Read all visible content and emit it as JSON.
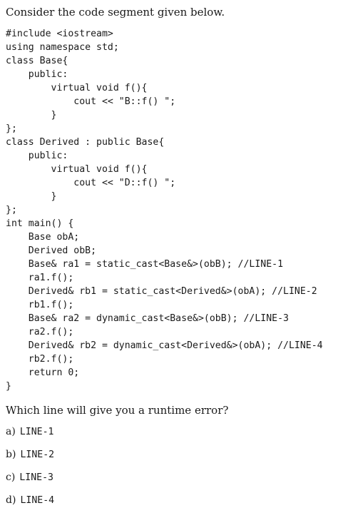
{
  "question": {
    "intro": "Consider the code segment given below.",
    "code_lines": [
      "#include <iostream>",
      "using namespace std;",
      "class Base{",
      "    public:",
      "        virtual void f(){",
      "            cout << \"B::f() \";",
      "        }",
      "};",
      "class Derived : public Base{",
      "    public:",
      "        virtual void f(){",
      "            cout << \"D::f() \";",
      "        }",
      "};",
      "int main() {",
      "    Base obA;",
      "    Derived obB;",
      "    Base& ra1 = static_cast<Base&>(obB); //LINE-1",
      "    ra1.f();",
      "    Derived& rb1 = static_cast<Derived&>(obA); //LINE-2",
      "    rb1.f();",
      "    Base& ra2 = dynamic_cast<Base&>(obB); //LINE-3",
      "    ra2.f();",
      "    Derived& rb2 = dynamic_cast<Derived&>(obA); //LINE-4",
      "    rb2.f();",
      "    return 0;",
      "}"
    ],
    "prompt": "Which line will give you a runtime error?"
  },
  "options": [
    {
      "letter": "a)",
      "text": "LINE-1"
    },
    {
      "letter": "b)",
      "text": "LINE-2"
    },
    {
      "letter": "c)",
      "text": "LINE-3"
    },
    {
      "letter": "d)",
      "text": "LINE-4"
    }
  ]
}
